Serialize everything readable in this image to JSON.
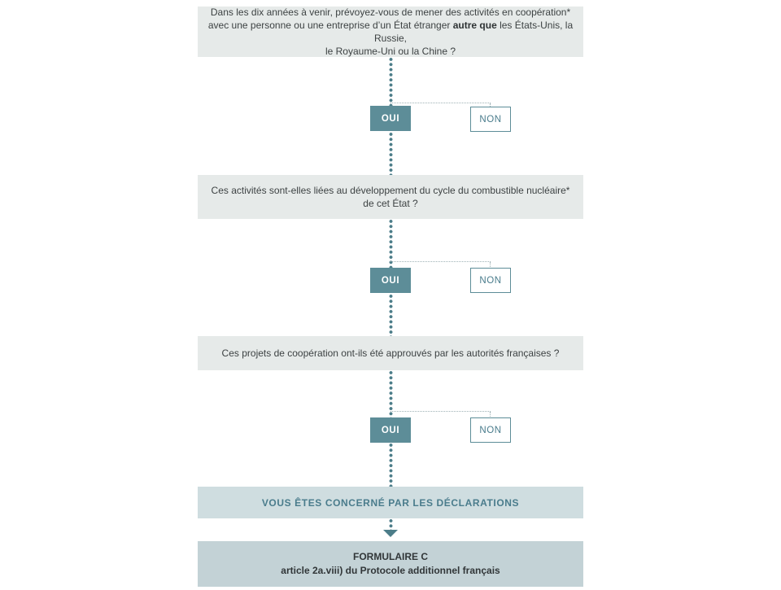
{
  "colors": {
    "question_bg": "#e6eae9",
    "banner_bg": "#cfdde0",
    "final_bg": "#c3d2d6",
    "teal": "#5d8d98",
    "teal_dark": "#4c7d89",
    "teal_text": "#4a7c8c",
    "question_text": "#3d4243",
    "final_text": "#313638",
    "hline_color": "#9fb2b6"
  },
  "questions": [
    {
      "line1": "Dans les dix années à venir, prévoyez-vous de mener des activités en coopération*",
      "line2_pre": "avec une personne ou une entreprise d’un État étranger ",
      "line2_bold": "autre que",
      "line2_post": " les États-Unis, la Russie,",
      "line3": "le Royaume-Uni ou la Chine ?"
    },
    {
      "line1": "Ces activités sont-elles liées au développement du cycle du combustible nucléaire*",
      "line2": "de cet État ?"
    },
    {
      "line1": "Ces projets de coopération ont-ils été approuvés par les autorités françaises ?"
    }
  ],
  "decision": {
    "yes": "OUI",
    "no": "NON"
  },
  "banner": {
    "text": "VOUS ÊTES CONCERNÉ PAR LES DÉCLARATIONS"
  },
  "final_box": {
    "title": "FORMULAIRE C",
    "subtitle": "article 2a.viii) du Protocole additionnel français"
  }
}
